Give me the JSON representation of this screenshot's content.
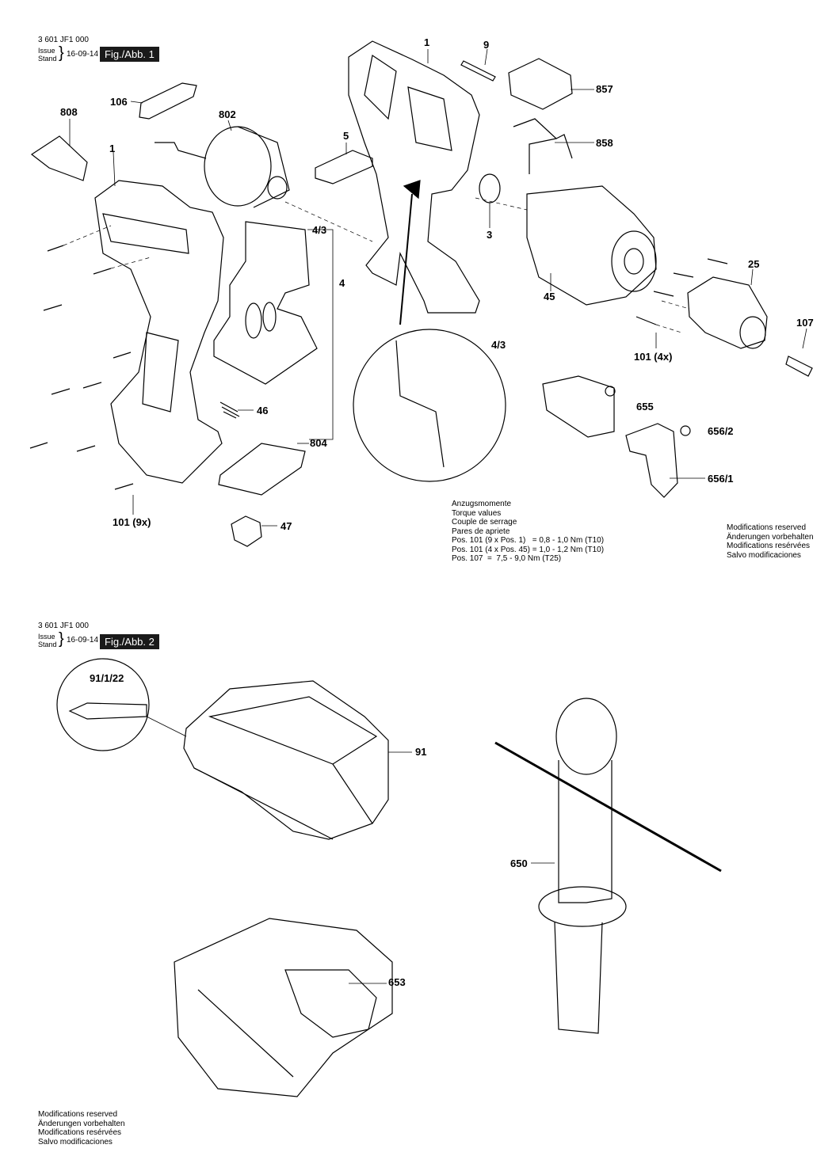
{
  "sheet1": {
    "doc_number": "3 601 JF1 000",
    "issue_label": "Issue",
    "stand_label": "Stand",
    "date": "16-09-14",
    "figure_label": "Fig./Abb. 1",
    "parts": {
      "p1a": "1",
      "p9": "9",
      "p857": "857",
      "p106": "106",
      "p802": "802",
      "p808": "808",
      "p1b": "1",
      "p5": "5",
      "p858": "858",
      "p4_3a": "4/3",
      "p3": "3",
      "p4": "4",
      "p25": "25",
      "p45": "45",
      "p107": "107",
      "p4_3b": "4/3",
      "p101_4x": "101 (4x)",
      "p655": "655",
      "p46": "46",
      "p656_2": "656/2",
      "p804": "804",
      "p656_1": "656/1",
      "p101_9x": "101 (9x)",
      "p47": "47"
    },
    "torque_notes": [
      "Anzugsmomente",
      "Torque values",
      "Couple de serrage",
      "Pares de apriete",
      "Pos. 101 (9 x Pos. 1)   = 0,8 - 1,0 Nm (T10)",
      "Pos. 101 (4 x Pos. 45) = 1,0 - 1,2 Nm (T10)",
      "Pos. 107  =  7,5 - 9,0 Nm (T25)"
    ],
    "modifications": [
      "Modifications reserved",
      "Änderungen vorbehalten",
      "Modifications resérvées",
      "Salvo modificaciones"
    ]
  },
  "sheet2": {
    "doc_number": "3 601 JF1 000",
    "issue_label": "Issue",
    "stand_label": "Stand",
    "date": "16-09-14",
    "figure_label": "Fig./Abb. 2",
    "parts": {
      "p91_1_22": "91/1/22",
      "p91": "91",
      "p650": "650",
      "p653": "653"
    },
    "modifications": [
      "Modifications reserved",
      "Änderungen vorbehalten",
      "Modifications resérvées",
      "Salvo modificaciones"
    ]
  }
}
